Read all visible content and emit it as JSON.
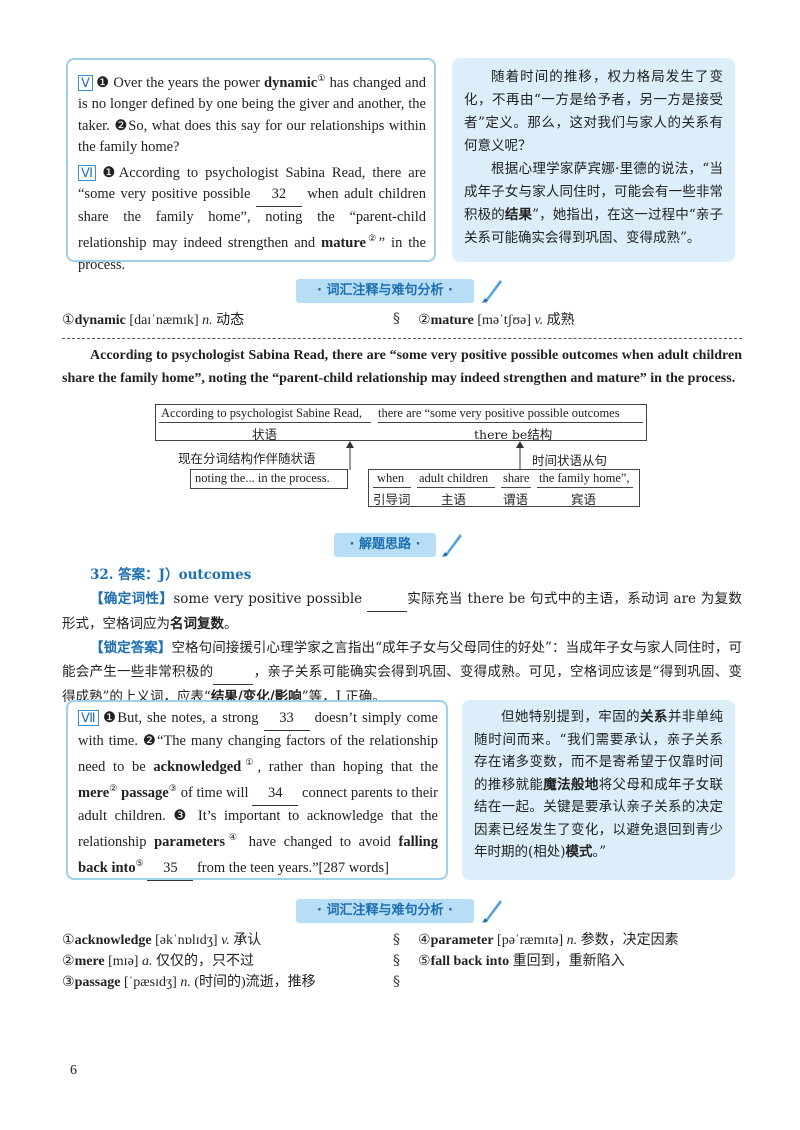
{
  "section5": {
    "en": {
      "tag_v": "Ⅴ",
      "p1_pre": "❶ Over the years the power ",
      "p1_word": "dynamic",
      "p1_sup": "①",
      "p1_post": " has changed and is no longer defined by one being the giver and another, the taker. ❷So, what does this say for our relationships within the family home?",
      "tag_vi": "Ⅵ",
      "p2_pre": "❶According to psychologist Sabina Read, there are “some very positive possible ",
      "p2_blank": "32",
      "p2_mid": " when adult children share the family home”, noting the “parent-child relationship may indeed strengthen and ",
      "p2_word": "mature",
      "p2_sup": "②",
      "p2_post": "” in the process."
    },
    "cn": {
      "p1": "随着时间的推移，权力格局发生了变化，不再由“一方是给予者，另一方是接受者”定义。那么，这对我们与家人的关系有何意义呢？",
      "p2_pre": "根据心理学家萨宾娜·里德的说法，“当成年子女与家人同住时，可能会有一些非常积极的",
      "p2_bold": "结果",
      "p2_post": "”，她指出，在这一过程中“亲子关系可能确实会得到巩固、变得成熟”。"
    }
  },
  "banner_vocab": "词汇注释与难句分析",
  "vocab1": [
    {
      "num": "①",
      "word": "dynamic",
      "phon": "[daɪˈnæmɪk]",
      "pos": "n.",
      "cn": "动态"
    },
    {
      "num": "②",
      "word": "mature",
      "phon": "[məˈtʃʊə]",
      "pos": "v.",
      "cn": "成熟"
    }
  ],
  "key_sentence": "According to psychologist Sabina Read, there are “some very positive possible outcomes when adult children share the family home”, noting the “parent-child relationship may indeed strengthen and mature” in the process.",
  "diagram": {
    "top_left": "According to psychologist Sabine Read,",
    "top_right": "there are “some very positive possible outcomes",
    "lbl_adverbial": "状语",
    "lbl_therebe": "there be结构",
    "lbl_participle": "现在分词结构作伴随状语",
    "lbl_timeclause": "时间状语从句",
    "box_noting": "noting the... in the process.",
    "clause": [
      {
        "en": "when",
        "cn": "引导词"
      },
      {
        "en": "adult children",
        "cn": "主语"
      },
      {
        "en": "share",
        "cn": "谓语"
      },
      {
        "en": "the family home”,",
        "cn": "宾语"
      }
    ]
  },
  "banner_solution": "解题思路",
  "answer": {
    "title": "32. 答案：J）outcomes",
    "step1_label": "【确定词性】",
    "step1_text_pre": "some very positive possible ",
    "step1_text_post": "实际充当 there be 句式中的主语，系动词 are 为复数形式，空格词应为",
    "step1_bold": "名词复数",
    "step1_end": "。",
    "step2_label": "【锁定答案】",
    "step2_pre": "空格句间接援引心理学家之言指出“成年子女与父母同住的好处”：当成年子女与家人同住时，可能会产生一些非常积极的",
    "step2_mid": "，亲子关系可能确实会得到巩固、变得成熟。可见，空格词应该是“得到巩固、变得成熟”的上义词，应表“",
    "step2_bold": "结果/变化/影响",
    "step2_post": "”等，J 正确。"
  },
  "section7": {
    "en": {
      "tag": "Ⅶ",
      "s1_pre": "❶But, she notes, a strong ",
      "blank33": "33",
      "s1_post": " doesn’t simply come with time. ❷“The many changing factors of the relationship need to be ",
      "w_ack": "acknowledged",
      "sup1": "①",
      "s2_a": ", rather than hoping that the ",
      "w_mere": "mere",
      "sup2": "②",
      "w_passage": "passage",
      "sup3": "③",
      "s2_b": " of time will ",
      "blank34": "34",
      "s2_c": " connect parents to their adult children. ❸ It’s important to acknowledge that the relationship ",
      "w_param": "parameters",
      "sup4": "④",
      "s3_a": " have changed to avoid ",
      "w_fall": "falling back into",
      "sup5": "⑤",
      "blank35": "35",
      "s3_b": " from the teen years.”[287 words]"
    },
    "cn": {
      "a": "但她特别提到，牢固的",
      "b1": "关系",
      "c": "并非单纯随时间而来。“我们需要承认，亲子关系存在诸多变数，而不是寄希望于仅靠时间的推移就能",
      "b2": "魔法般地",
      "d": "将父母和成年子女联结在一起。关键是要承认亲子关系的决定因素已经发生了变化，以避免退回到青少年时期的(相处)",
      "b3": "模式",
      "e": "。”"
    }
  },
  "vocab2_left": [
    {
      "num": "①",
      "word": "acknowledge",
      "phon": "[əkˈnɒlɪdʒ]",
      "pos": "v.",
      "cn": "承认"
    },
    {
      "num": "②",
      "word": "mere",
      "phon": "[mɪə]",
      "pos": "a.",
      "cn": "仅仅的，只不过"
    },
    {
      "num": "③",
      "word": "passage",
      "phon": "[ˈpæsɪdʒ]",
      "pos": "n.",
      "cn": "(时间的)流逝，推移"
    }
  ],
  "vocab2_right": [
    {
      "num": "④",
      "word": "parameter",
      "phon": "[pəˈræmɪtə]",
      "pos": "n.",
      "cn": "参数，决定因素"
    },
    {
      "num": "⑤",
      "word": "fall back into",
      "phon": "",
      "pos": "",
      "cn": "重回到，重新陷入"
    }
  ],
  "page_number": "6",
  "colors": {
    "accent": "#1d6fb0",
    "box_border": "#9fd0ec",
    "cn_bg": "#dbeef9",
    "banner_bg": "#b8def5"
  }
}
